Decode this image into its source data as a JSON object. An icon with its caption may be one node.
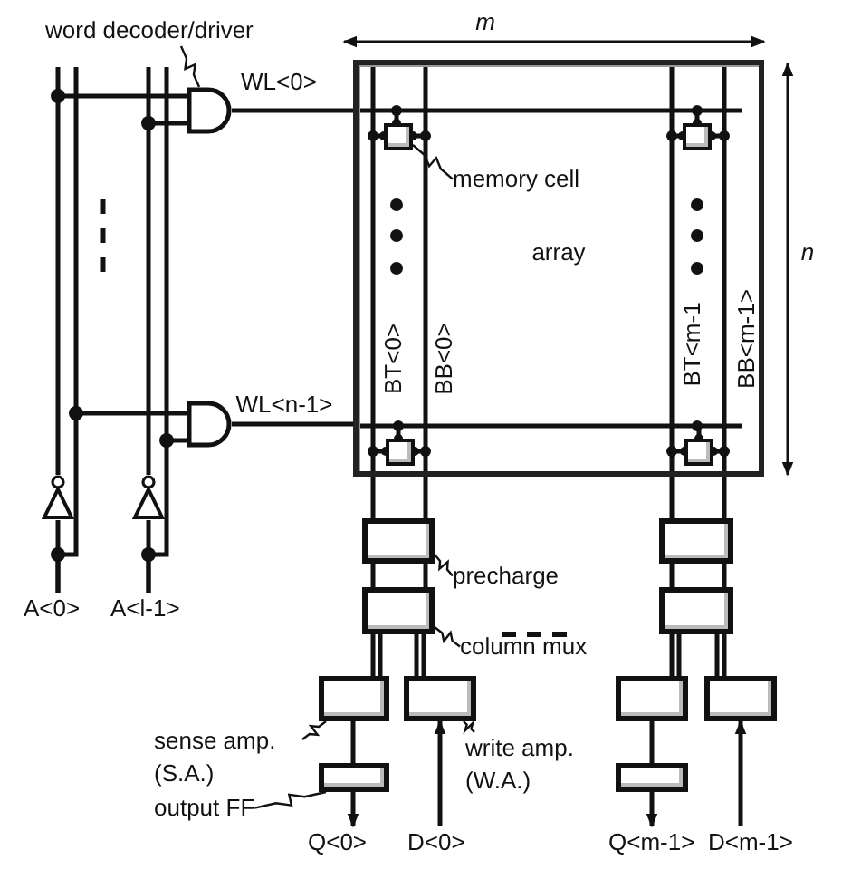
{
  "diagram": {
    "nodes": [
      {
        "text": [
          "array"
        ]
      },
      {
        "text": [],
        "shape": "box",
        "in": 0
      },
      {
        "text": [],
        "shape": "box",
        "in": 0
      },
      {
        "text": [],
        "shape": "box",
        "in": 0
      },
      {
        "text": [],
        "shape": "box",
        "in": 0
      },
      {
        "text": [
          "memory cell"
        ],
        "in": 0
      },
      {
        "text": [
          "word decoder/driver"
        ]
      },
      {
        "text": [],
        "shape": "gate"
      },
      {
        "text": [],
        "shape": "gate"
      },
      {
        "text": [],
        "shape": "box"
      },
      {
        "text": [],
        "shape": "box"
      },
      {
        "text": [],
        "shape": "box"
      },
      {
        "text": [],
        "shape": "box"
      },
      {
        "text": [],
        "shape": "box"
      },
      {
        "text": [],
        "shape": "box"
      },
      {
        "text": [],
        "shape": "box"
      },
      {
        "text": [],
        "shape": "box"
      },
      {
        "text": [],
        "shape": "box"
      },
      {
        "text": [],
        "shape": "box"
      },
      {
        "text": [
          "precharge"
        ]
      },
      {
        "text": [
          "column mux"
        ]
      },
      {
        "text": [
          "sense amp. (S.A.)"
        ]
      },
      {
        "text": [
          "output FF"
        ]
      },
      {
        "text": [
          "write amp. (W.A.)"
        ]
      },
      {
        "text": [
          "Q<0>"
        ]
      },
      {
        "text": [
          "D<0>"
        ]
      },
      {
        "text": [
          "Q<m-1>"
        ]
      },
      {
        "text": [
          "D<m-1>"
        ]
      },
      {
        "text": [],
        "shape": "triangle"
      },
      {
        "text": [],
        "shape": "triangle"
      },
      {
        "text": [
          "A<0>"
        ]
      },
      {
        "text": [
          "A<l-1>"
        ]
      }
    ],
    "edges": [
      {
        "from": 6,
        "to": 7,
        "arrow": "none"
      },
      {
        "from": 5,
        "to": 1,
        "arrow": "none"
      },
      {
        "from": 19,
        "to": 9,
        "arrow": "none"
      },
      {
        "from": 20,
        "to": 11,
        "arrow": "none"
      },
      {
        "from": 21,
        "to": 13,
        "arrow": "none"
      },
      {
        "from": 22,
        "to": 17,
        "arrow": "none"
      },
      {
        "from": 23,
        "to": 14,
        "arrow": "none"
      },
      {
        "from": 7,
        "to": 0,
        "arrow": "none"
      },
      {
        "from": 8,
        "to": 0,
        "arrow": "none"
      },
      {
        "from": 0,
        "to": 9,
        "arrow": "none"
      },
      {
        "from": 9,
        "to": 11,
        "arrow": "none"
      },
      {
        "from": 11,
        "to": 13,
        "arrow": "none"
      },
      {
        "from": 11,
        "to": 14,
        "arrow": "none"
      },
      {
        "from": 0,
        "to": 10,
        "arrow": "none"
      },
      {
        "from": 10,
        "to": 12,
        "arrow": "none"
      },
      {
        "from": 12,
        "to": 15,
        "arrow": "none"
      },
      {
        "from": 12,
        "to": 16,
        "arrow": "none"
      },
      {
        "from": 13,
        "to": 17,
        "arrow": "none"
      },
      {
        "from": 15,
        "to": 18,
        "arrow": "none"
      },
      {
        "from": 17,
        "to": 24,
        "arrow": "to"
      },
      {
        "from": 18,
        "to": 26,
        "arrow": "to"
      },
      {
        "from": 25,
        "to": 14,
        "arrow": "to"
      },
      {
        "from": 27,
        "to": 16,
        "arrow": "to"
      },
      {
        "from": 30,
        "to": 28,
        "arrow": "none"
      },
      {
        "from": 31,
        "to": 29,
        "arrow": "none"
      },
      {
        "from": 28,
        "to": 7,
        "arrow": "none"
      },
      {
        "from": 29,
        "to": 7,
        "arrow": "none"
      },
      {
        "from": 30,
        "to": 8,
        "arrow": "none"
      },
      {
        "from": 31,
        "to": 8,
        "arrow": "none"
      },
      {
        "from": 1,
        "to": 3,
        "arrow": "other"
      },
      {
        "from": 2,
        "to": 4,
        "arrow": "other"
      },
      {
        "from": 1,
        "to": 2,
        "arrow": "other"
      },
      {
        "from": 3,
        "to": 4,
        "arrow": "other"
      },
      {
        "from": 1,
        "to": 3,
        "arrow": "other"
      },
      {
        "from": 2,
        "to": 4,
        "arrow": "other"
      }
    ],
    "labels": [
      "m",
      "WL<0>",
      "n",
      "BT<0>",
      "BB<0>",
      "BT<m-1",
      "BB<m-1>",
      "WL<n-1>"
    ]
  }
}
